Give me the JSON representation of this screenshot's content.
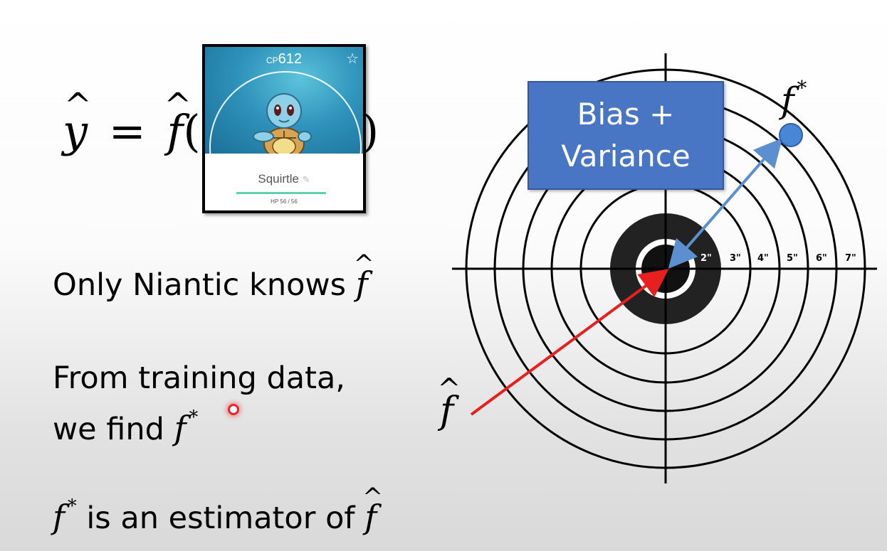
{
  "equation": {
    "lhs": "y",
    "eq": "=",
    "fn": "f",
    "lparen": "(",
    "rparen": ")"
  },
  "card": {
    "cp_prefix": "CP",
    "cp_value": "612",
    "name": "Squirtle",
    "hp": "HP 56 / 56"
  },
  "statements": {
    "only_prefix": "Only Niantic knows",
    "from_line1": "From training data,",
    "from_line2_prefix": "we find",
    "estimator_suffix": "is an estimator of"
  },
  "target": {
    "box_line1": "Bias +",
    "box_line2": "Variance",
    "ring_labels": [
      "2\"",
      "3\"",
      "4\"",
      "5\"",
      "6\"",
      "7\""
    ],
    "fstar_label": "f",
    "fhat_label": "f"
  },
  "colors": {
    "box": "#4876c4",
    "blue_arrow": "#5b8fd0",
    "red_arrow": "#e81f1f",
    "fstar_dot": "#4a86d6",
    "cursor": "#e8262b"
  }
}
